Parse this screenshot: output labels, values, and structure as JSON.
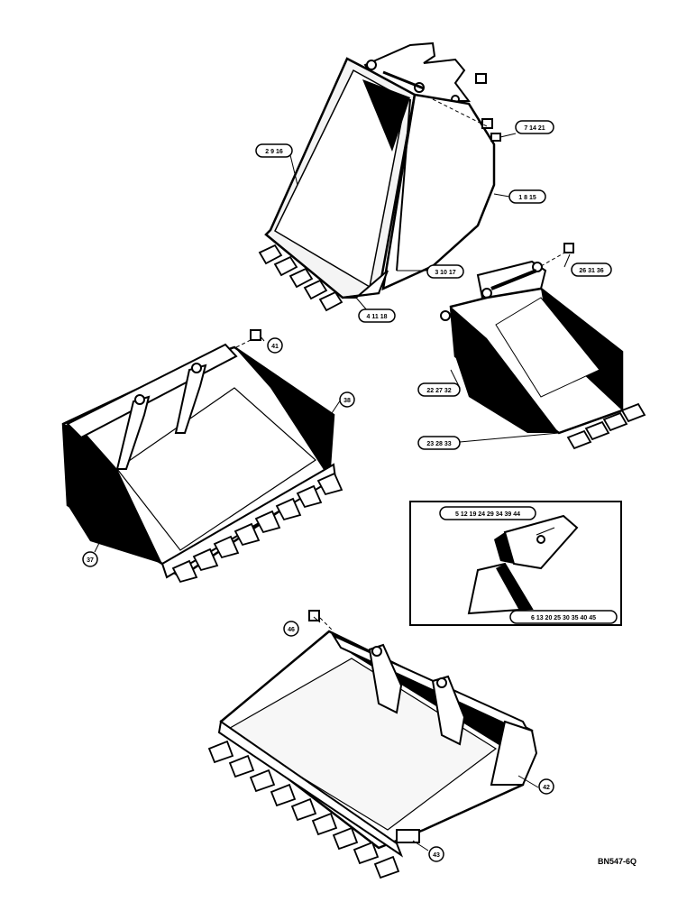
{
  "drawing_ref": "BN547-6Q",
  "callouts": {
    "c_2_9_16": "2 9 16",
    "c_7_14_21": "7 14 21",
    "c_1_8_15": "1 8 15",
    "c_3_10_17": "3 10 17",
    "c_4_11_18": "4 11 18",
    "c_26_31_36": "26 31 36",
    "c_41": "41",
    "c_38": "38",
    "c_22_27_32": "22 27 32",
    "c_23_28_33": "23 28 33",
    "c_37": "37",
    "c_inset_top": "5 12 19 24 29 34 39 44",
    "c_inset_bottom": "6 13 20 25 30 35 40 45",
    "c_46": "46",
    "c_42": "42",
    "c_43": "43"
  },
  "colors": {
    "ink": "#000000",
    "paper": "#ffffff",
    "shade": "#f2f2f2"
  }
}
